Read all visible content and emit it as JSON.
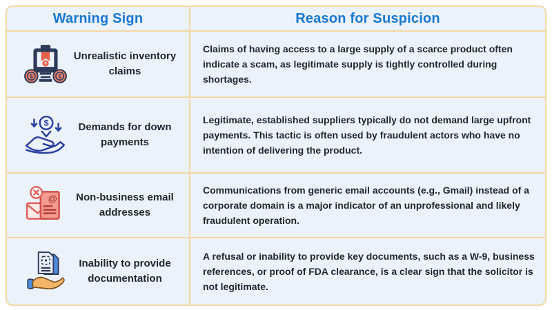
{
  "table": {
    "colors": {
      "border": "#f5d7a3",
      "cell_background": "#ebf2fa",
      "header_text": "#1677d2",
      "body_text": "#23272d",
      "icon_navy": "#2e3a59",
      "icon_red": "#e0615c",
      "icon_blue_outline": "#2c3e9f",
      "icon_hand_tan": "#f5b568",
      "icon_paper_blue": "#4f8fdd"
    },
    "headers": {
      "warning_sign": "Warning Sign",
      "reason": "Reason for Suspicion"
    },
    "rows": [
      {
        "icon": "inventory-crate-coins-icon",
        "sign": "Unrealistic inventory claims",
        "reason": "Claims of having access to a large supply of a scarce product often indicate a scam, as legitimate supply is tightly controlled during shortages."
      },
      {
        "icon": "hand-receiving-payment-icon",
        "sign": "Demands for down payments",
        "reason": "Legitimate, established suppliers typically do not demand large upfront payments. This tactic is often used by fraudulent actors who have no intention of delivering the product."
      },
      {
        "icon": "rejected-email-icon",
        "sign": "Non-business email addresses",
        "reason": "Communications from generic email accounts (e.g., Gmail) instead of a corporate domain is a major indicator of an unprofessional and likely fraudulent operation."
      },
      {
        "icon": "hand-holding-documents-icon",
        "sign": "Inability to provide documentation",
        "reason": "A refusal or inability to provide key documents, such as a W-9, business references, or proof of FDA clearance, is a clear sign that the solicitor is not legitimate."
      }
    ]
  }
}
